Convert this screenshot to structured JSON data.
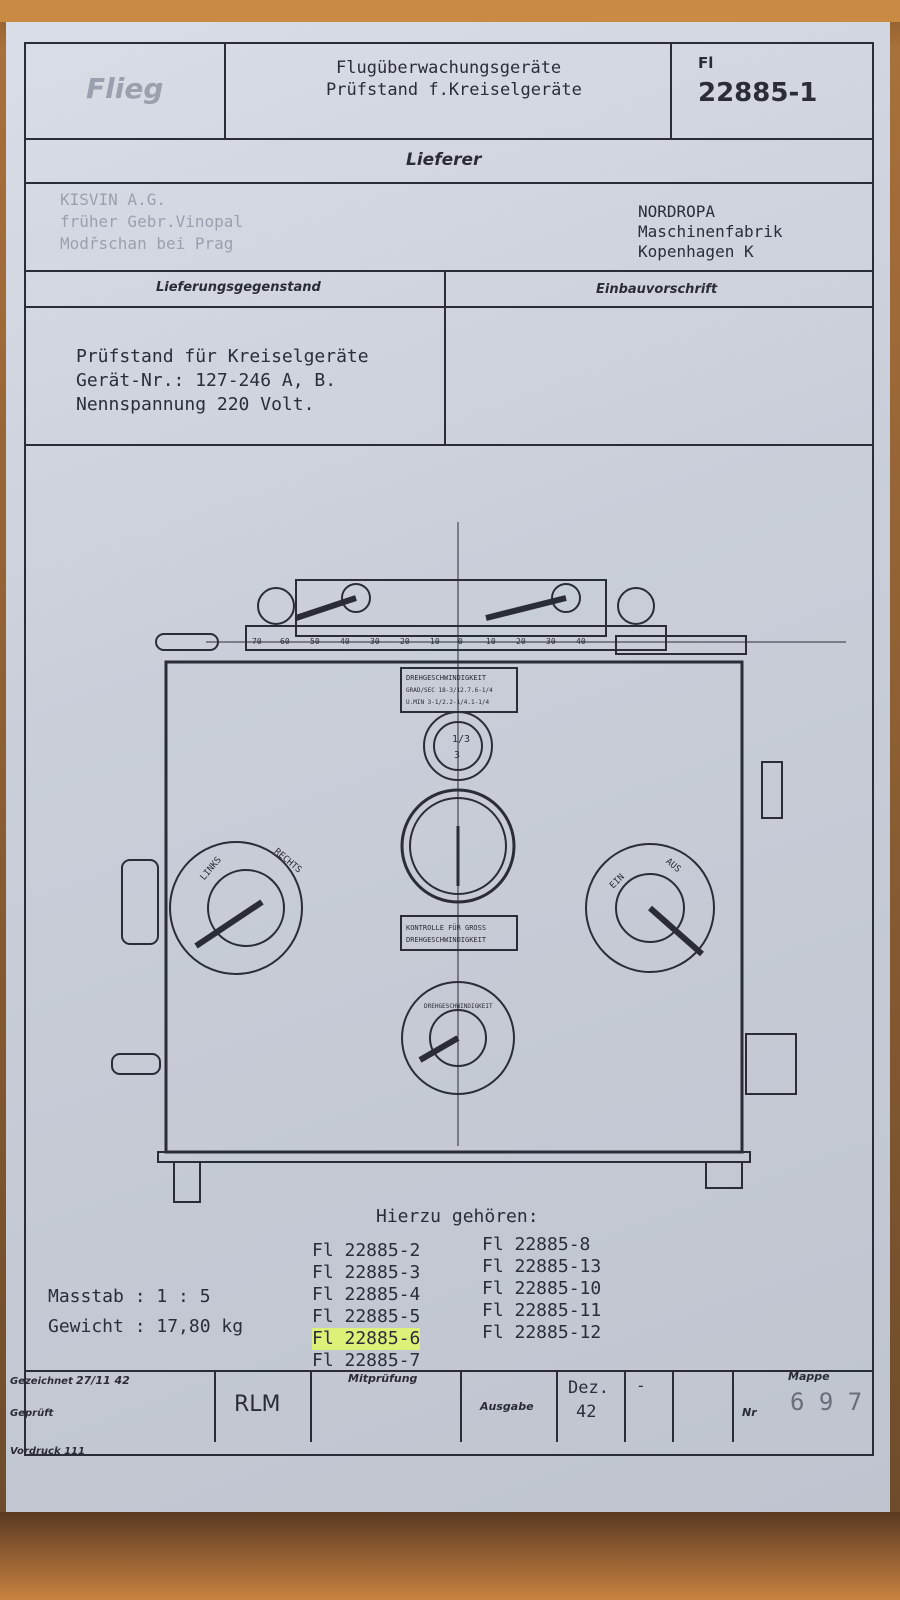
{
  "header": {
    "brand": "Flieg",
    "title_line1": "Flugüberwachungsgeräte",
    "title_line2": "Prüfstand f.Kreiselgeräte",
    "fl_label": "Fl",
    "fl_number": "22885-1"
  },
  "lieferer": {
    "label": "Lieferer",
    "left_line1": "KISVIN A.G.",
    "left_line2": "früher Gebr.Vinopal",
    "left_line3": "Modřschan bei Prag",
    "right_line1": "NORDROPA",
    "right_line2": "Maschinenfabrik",
    "right_line3": "Kopenhagen K"
  },
  "lieferungsgegenstand": {
    "label": "Lieferungsgegenstand",
    "line1": "Prüfstand für Kreiselgeräte",
    "line2": "Gerät-Nr.: 127-246 A, B.",
    "line3": "Nennspannung 220 Volt."
  },
  "einbauvorschrift": {
    "label": "Einbauvorschrift"
  },
  "drawing": {
    "scale_labels": [
      "70",
      "60",
      "50",
      "40",
      "30",
      "20",
      "10",
      "0",
      "10",
      "20",
      "30",
      "40"
    ],
    "plate_top_line1": "DREHGESCHWINDIGKEIT",
    "plate_top_line2": "GRAD/SEC 18-3/12.7.6-1/4",
    "plate_top_line3": "U.MIN 3-1/2.2-1/4.1-1/4",
    "plate_mid_line1": "KONTROLLE FÜR GROSS",
    "plate_mid_line2": "DREHGESCHWINDIGKEIT",
    "dial_left_links": "LINKS",
    "dial_left_rechts": "RECHTS",
    "dial_right_ein": "EIN",
    "dial_right_aus": "AUS",
    "dial_bottom_text": "DREHGESCHWINDIGKEIT",
    "small_dial_top": "1/3",
    "small_dial_bottom": "3"
  },
  "hierzu": {
    "heading": "Hierzu gehören:",
    "col1": [
      "Fl 22885-2",
      "Fl 22885-3",
      "Fl 22885-4",
      "Fl 22885-5",
      "Fl 22885-6",
      "Fl 22885-7"
    ],
    "col2": [
      "Fl 22885-8",
      "Fl 22885-13",
      "Fl 22885-10",
      "Fl 22885-11",
      "Fl 22885-12"
    ],
    "highlighted": "Fl 22885-6"
  },
  "masstab": {
    "label": "Masstab : 1 : 5"
  },
  "gewicht": {
    "label": "Gewicht : 17,80 kg"
  },
  "footer": {
    "gezeichnet": "Gezeichnet",
    "geprueft": "Geprüft",
    "date": "27/11 42",
    "rlm": "RLM",
    "mitpruefung": "Mitprüfung",
    "ausgabe": "Ausgabe",
    "dez": "Dez.",
    "dez_year": "42",
    "dash": "-",
    "mappe": "Mappe",
    "nr": "Nr",
    "nr_value": "6 9 7",
    "vordruck": "Vordruck 111"
  },
  "colors": {
    "ink": "#2a2c36",
    "paper": "#ccd1db",
    "highlight": "#e6ff5a"
  }
}
